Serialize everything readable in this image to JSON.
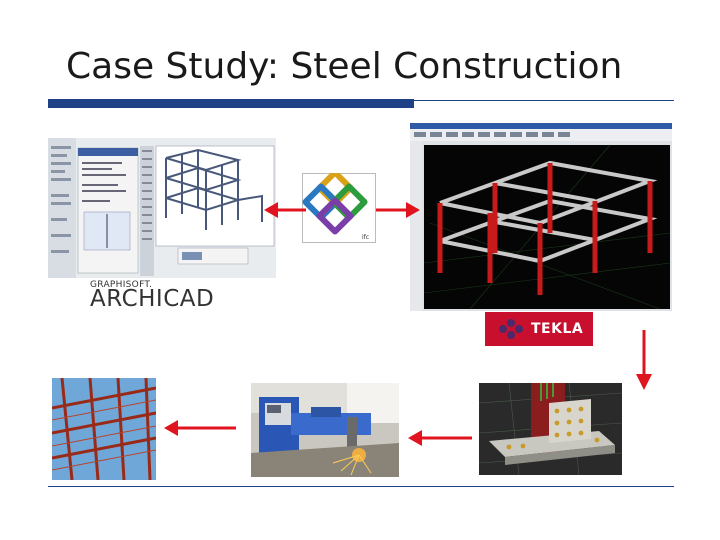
{
  "title": "Case Study: Steel Construction",
  "logos": {
    "graphisoft": "GRAPHISOFT.",
    "archicad": "ARCHICAD",
    "tekla": "TEKLA"
  },
  "colors": {
    "accent_blue": "#1f4287",
    "arrow_red": "#e0141e",
    "tekla_red": "#c8102e"
  },
  "icons": [
    "ifc-logo-icon",
    "tekla-logo-icon",
    "arrow-left-icon",
    "arrow-right-icon",
    "arrow-down-icon"
  ]
}
